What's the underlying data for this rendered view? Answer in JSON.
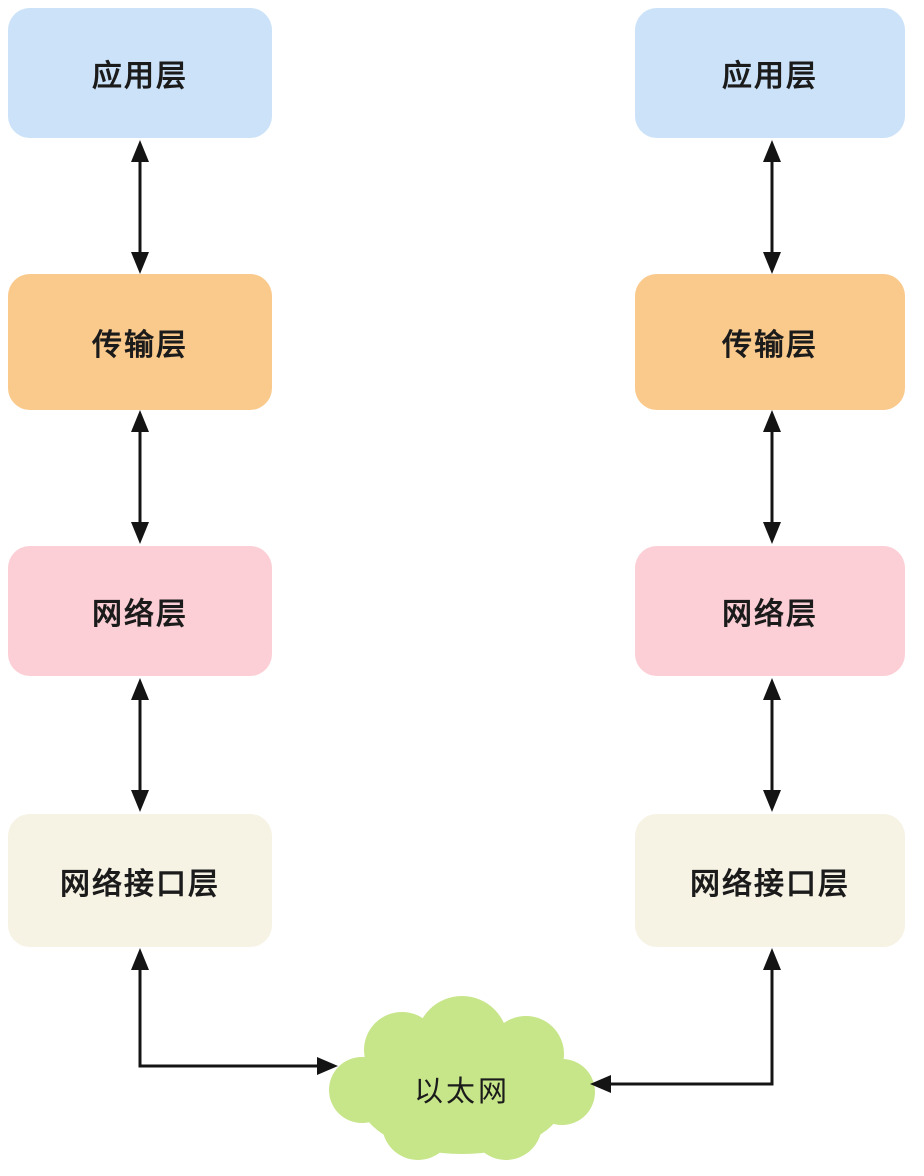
{
  "diagram": {
    "stacks": [
      {
        "name": "left-host",
        "layers": [
          {
            "label": "应用层",
            "color": "#cbe2f8"
          },
          {
            "label": "传输层",
            "color": "#fac98c"
          },
          {
            "label": "网络层",
            "color": "#fbcfd5"
          },
          {
            "label": "网络接口层",
            "color": "#f6f2e4"
          }
        ]
      },
      {
        "name": "right-host",
        "layers": [
          {
            "label": "应用层",
            "color": "#cbe2f8"
          },
          {
            "label": "传输层",
            "color": "#fac98c"
          },
          {
            "label": "网络层",
            "color": "#fbcfd5"
          },
          {
            "label": "网络接口层",
            "color": "#f6f2e4"
          }
        ]
      }
    ],
    "cloud": {
      "label": "以太网",
      "color": "#c7e589"
    },
    "colors": {
      "arrow": "#141414",
      "background": "#ffffff",
      "text": "#1b1b1b"
    }
  }
}
